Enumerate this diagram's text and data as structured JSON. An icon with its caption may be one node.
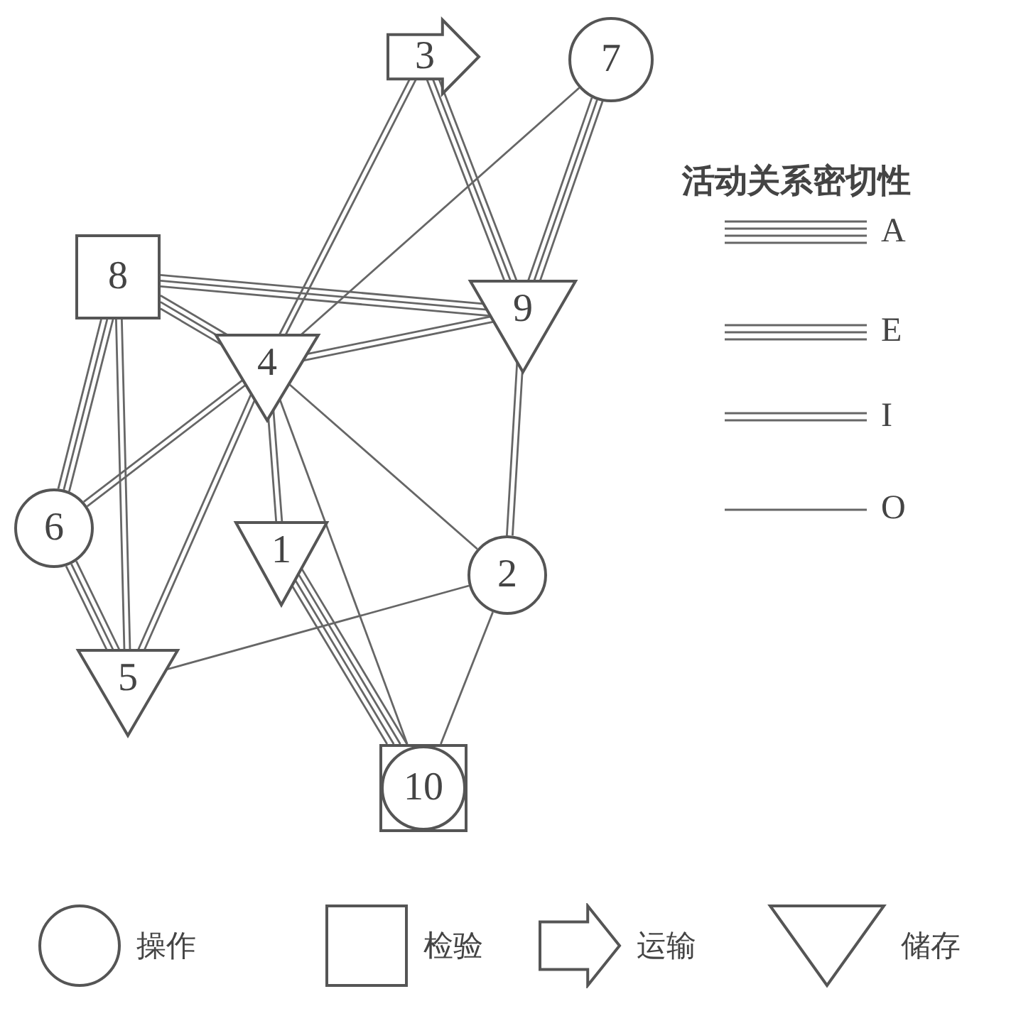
{
  "diagram": {
    "nodes": [
      {
        "text": [
          "3"
        ]
      },
      {
        "text": [
          "7"
        ]
      },
      {
        "text": [
          "8"
        ]
      },
      {
        "text": [
          "9"
        ]
      },
      {
        "text": [
          "4"
        ]
      },
      {
        "text": [
          "6"
        ]
      },
      {
        "text": [
          "1"
        ]
      },
      {
        "text": [
          "2"
        ]
      },
      {
        "text": [
          "5"
        ]
      },
      {
        "text": [
          "10"
        ]
      }
    ],
    "edges": [
      {
        "from": 0,
        "to": 4,
        "arrow": "none"
      },
      {
        "from": 0,
        "to": 3,
        "arrow": "none"
      },
      {
        "from": 1,
        "to": 4,
        "arrow": "none"
      },
      {
        "from": 1,
        "to": 3,
        "arrow": "none"
      },
      {
        "from": 2,
        "to": 3,
        "arrow": "none"
      },
      {
        "from": 2,
        "to": 4,
        "arrow": "none"
      },
      {
        "from": 2,
        "to": 5,
        "arrow": "none"
      },
      {
        "from": 2,
        "to": 8,
        "arrow": "none"
      },
      {
        "from": 4,
        "to": 3,
        "arrow": "none"
      },
      {
        "from": 4,
        "to": 5,
        "arrow": "none"
      },
      {
        "from": 4,
        "to": 8,
        "arrow": "none"
      },
      {
        "from": 4,
        "to": 6,
        "arrow": "none"
      },
      {
        "from": 4,
        "to": 7,
        "arrow": "none"
      },
      {
        "from": 4,
        "to": 9,
        "arrow": "none"
      },
      {
        "from": 3,
        "to": 7,
        "arrow": "none"
      },
      {
        "from": 5,
        "to": 8,
        "arrow": "none"
      },
      {
        "from": 6,
        "to": 9,
        "arrow": "none"
      },
      {
        "from": 7,
        "to": 8,
        "arrow": "none"
      },
      {
        "from": 7,
        "to": 9,
        "arrow": "none"
      }
    ],
    "labels": [
      "活动关系密切性"
    ],
    "legend": [
      {
        "text": "A"
      },
      {
        "text": "E"
      },
      {
        "text": "I"
      },
      {
        "text": "O"
      },
      {
        "text": "操作"
      },
      {
        "text": "检验"
      },
      {
        "text": "运输"
      },
      {
        "text": "储存"
      }
    ]
  }
}
